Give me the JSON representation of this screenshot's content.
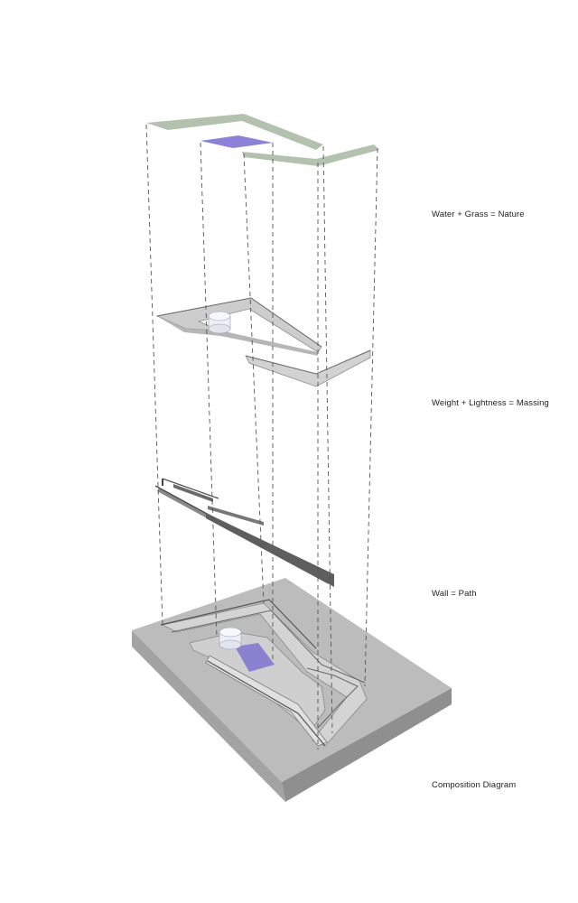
{
  "labels": {
    "nature": "Water + Grass = Nature",
    "massing": "Weight + Lightness = Massing",
    "path": "Wall = Path",
    "composition": "Composition Diagram"
  },
  "colors": {
    "grass": "#b3c2ae",
    "water": "#8b82d8",
    "massing": "#c9c9c9",
    "wall": "#7d7d7d",
    "base_top": "#bdbdbd",
    "base_side": "#a9a9a9",
    "base_front": "#9a9a9a",
    "guide_line": "#555555"
  }
}
